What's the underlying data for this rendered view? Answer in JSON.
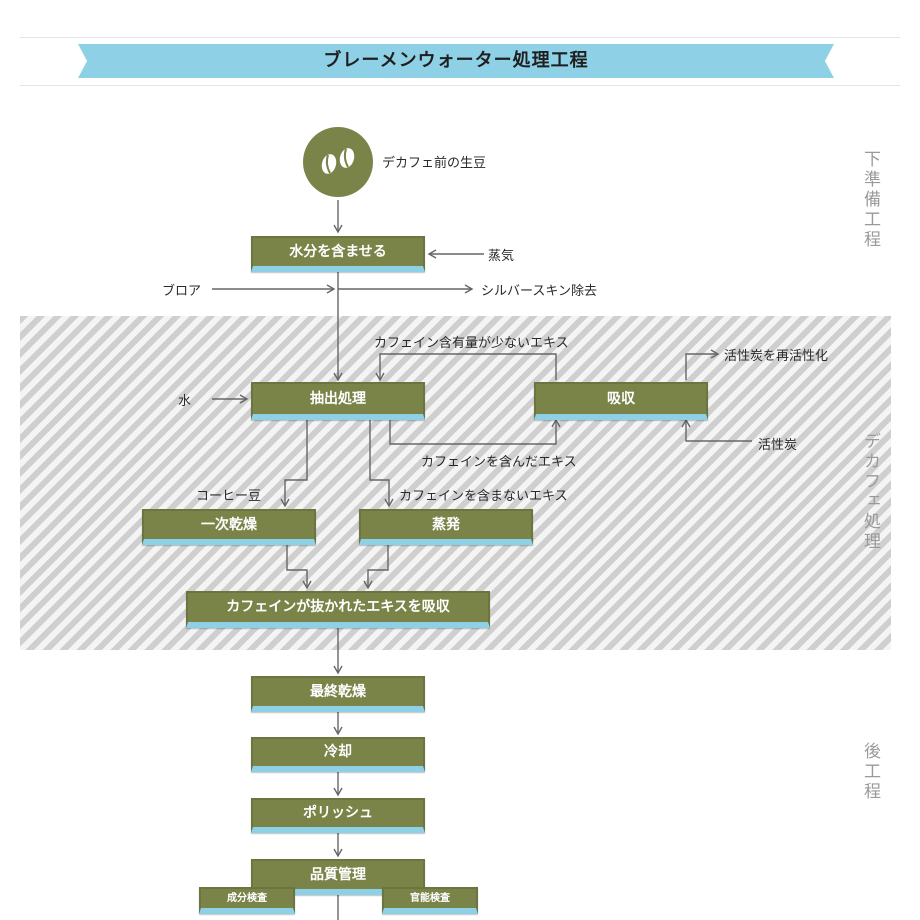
{
  "title": "ブレーメンウォーター処理工程",
  "side_labels": {
    "prep": "下準備工程",
    "decaf": "デカフェ処理",
    "post": "後工程"
  },
  "start_node": {
    "label": "デカフェ前の生豆",
    "icon": "coffee-beans-icon"
  },
  "steps": {
    "moisten": "水分を含ませる",
    "extract": "抽出処理",
    "absorb": "吸収",
    "first_dry": "一次乾燥",
    "evaporate": "蒸発",
    "reabsorb": "カフェインが抜かれたエキスを吸収",
    "final_dry": "最終乾燥",
    "cool": "冷却",
    "polish": "ポリッシュ",
    "quality": "品質管理",
    "component_check": "成分検査",
    "sensory_check": "官能検査"
  },
  "labels": {
    "steam": "蒸気",
    "blower": "ブロア",
    "silverskin": "シルバースキン除去",
    "water": "水",
    "low_caffeine": "カフェイン含有量が少ないエキス",
    "reactivate": "活性炭を再活性化",
    "caffeine_extract": "カフェインを含んだエキス",
    "charcoal": "活性炭",
    "beans": "コーヒー豆",
    "no_caffeine": "カフェインを含まないエキス"
  },
  "colors": {
    "box_fill": "#7a8449",
    "box_accent": "#8ed0e6",
    "banner": "#8ed0e6",
    "stripe": "#cfcfcf",
    "arrow": "#666666"
  }
}
